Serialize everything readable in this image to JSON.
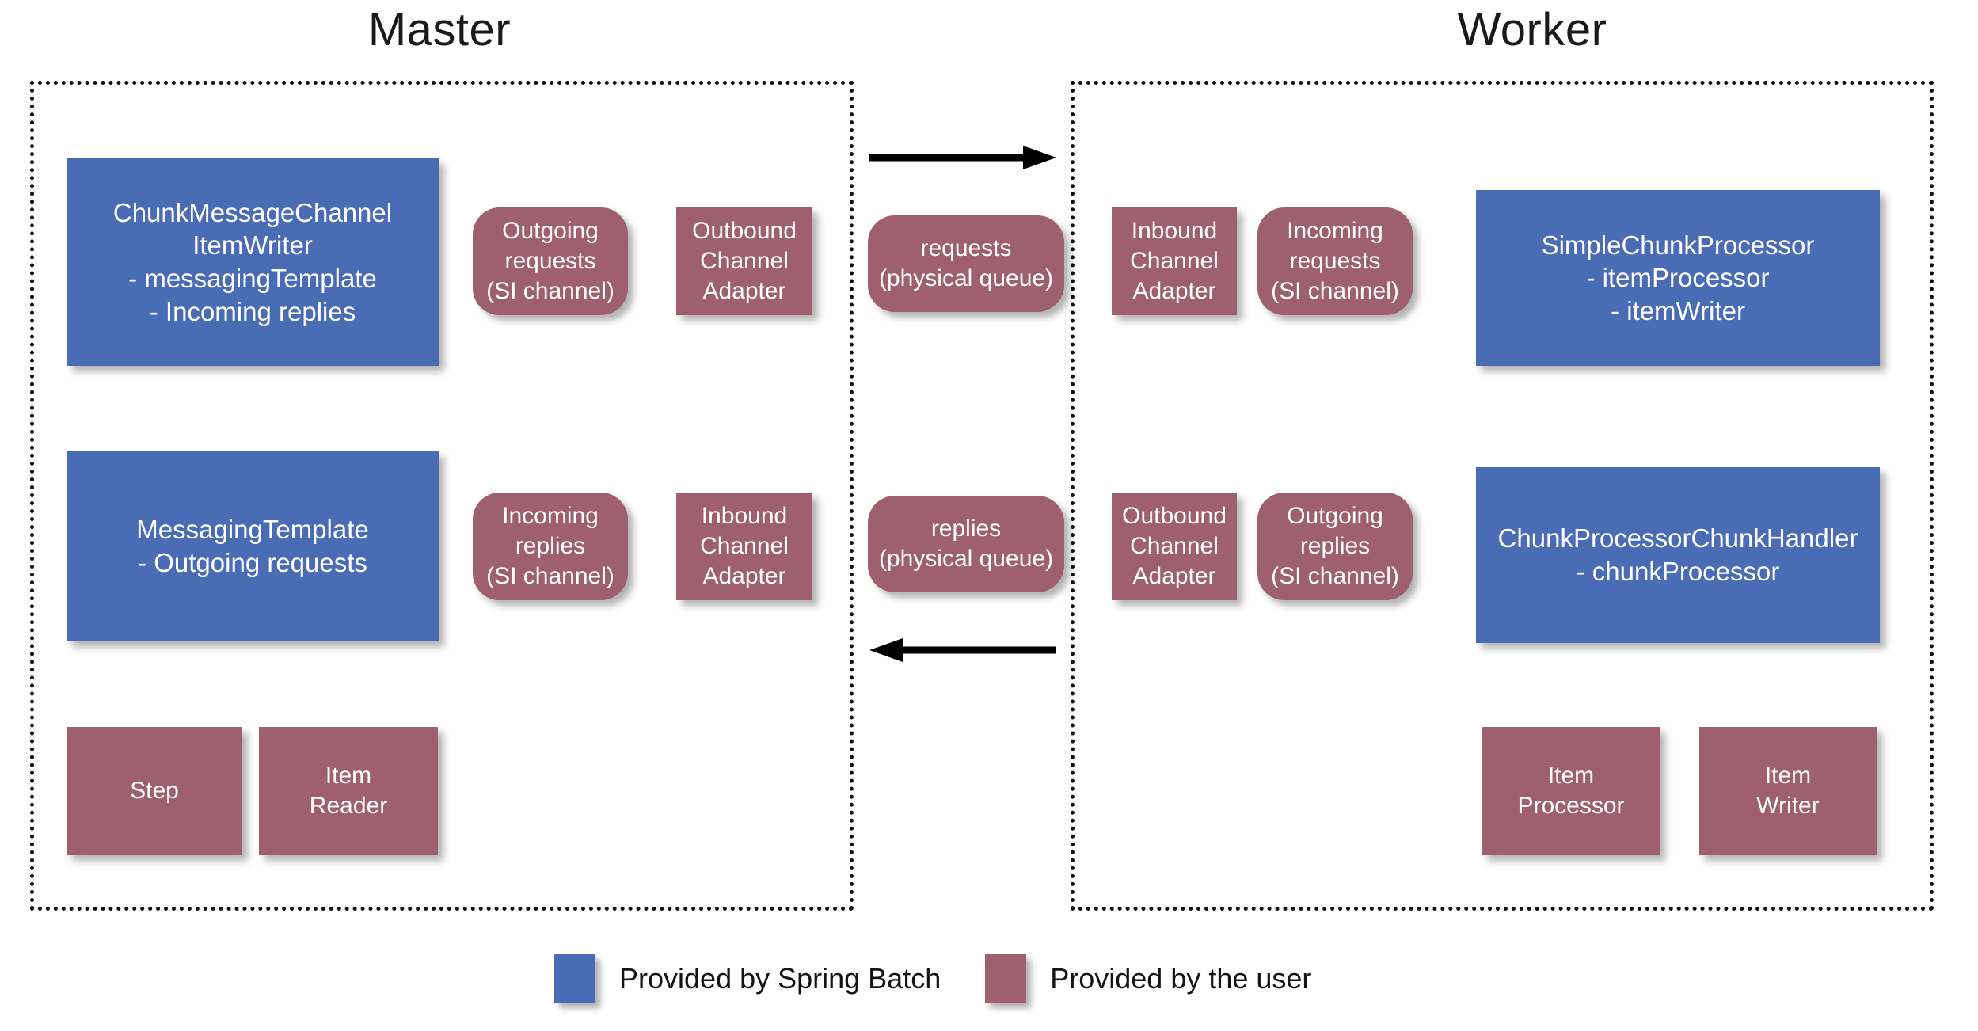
{
  "diagram": {
    "title_master": "Master",
    "title_worker": "Worker",
    "background": "#ffffff",
    "colors": {
      "spring_batch_blue": "#4A6CB4",
      "user_red": "#9E5F6E",
      "frame_border": "#111111",
      "arrow": "#000000",
      "node_text": "#ffffff",
      "title_text": "#1a1a1a"
    }
  },
  "master": {
    "nodes": [
      {
        "id": "chunk-message-channel-item-writer",
        "label": "ChunkMessageChannel\nItemWriter\n- messagingTemplate\n- Incoming replies",
        "kind": "blue",
        "shape": "rect"
      },
      {
        "id": "outgoing-requests-si-channel",
        "label": "Outgoing\nrequests\n(SI channel)",
        "kind": "red",
        "shape": "round"
      },
      {
        "id": "outbound-channel-adapter",
        "label": "Outbound\nChannel\nAdapter",
        "kind": "red",
        "shape": "rect"
      },
      {
        "id": "messaging-template",
        "label": "MessagingTemplate\n- Outgoing requests",
        "kind": "blue",
        "shape": "rect"
      },
      {
        "id": "incoming-replies-si-channel",
        "label": "Incoming\nreplies\n(SI channel)",
        "kind": "red",
        "shape": "round"
      },
      {
        "id": "inbound-channel-adapter",
        "label": "Inbound\nChannel\nAdapter",
        "kind": "red",
        "shape": "rect"
      },
      {
        "id": "step",
        "label": "Step",
        "kind": "red",
        "shape": "rect"
      },
      {
        "id": "item-reader",
        "label": "Item\nReader",
        "kind": "red",
        "shape": "rect"
      }
    ]
  },
  "middle": {
    "nodes": [
      {
        "id": "requests-physical-queue",
        "label": "requests\n(physical queue)",
        "kind": "red",
        "shape": "round"
      },
      {
        "id": "replies-physical-queue",
        "label": "replies\n(physical queue)",
        "kind": "red",
        "shape": "round"
      }
    ],
    "arrows": [
      {
        "id": "arrow-requests-to-worker",
        "direction": "right"
      },
      {
        "id": "arrow-replies-to-master",
        "direction": "left"
      }
    ]
  },
  "worker": {
    "nodes": [
      {
        "id": "inbound-channel-adapter",
        "label": "Inbound\nChannel\nAdapter",
        "kind": "red",
        "shape": "rect"
      },
      {
        "id": "incoming-requests-si-channel",
        "label": "Incoming\nrequests\n(SI channel)",
        "kind": "red",
        "shape": "round"
      },
      {
        "id": "simple-chunk-processor",
        "label": "SimpleChunkProcessor\n- itemProcessor\n- itemWriter",
        "kind": "blue",
        "shape": "rect"
      },
      {
        "id": "outbound-channel-adapter",
        "label": "Outbound\nChannel\nAdapter",
        "kind": "red",
        "shape": "rect"
      },
      {
        "id": "outgoing-replies-si-channel",
        "label": "Outgoing\nreplies\n(SI channel)",
        "kind": "red",
        "shape": "round"
      },
      {
        "id": "chunk-processor-chunk-handler",
        "label": "ChunkProcessorChunkHandler\n- chunkProcessor",
        "kind": "blue",
        "shape": "rect"
      },
      {
        "id": "item-processor",
        "label": "Item\nProcessor",
        "kind": "red",
        "shape": "rect"
      },
      {
        "id": "item-writer",
        "label": "Item\nWriter",
        "kind": "red",
        "shape": "rect"
      }
    ]
  },
  "legend": {
    "items": [
      {
        "id": "legend-spring-batch",
        "label": "Provided by Spring Batch",
        "color": "#4A6CB4"
      },
      {
        "id": "legend-user",
        "label": "Provided by the user",
        "color": "#9E5F6E"
      }
    ]
  }
}
